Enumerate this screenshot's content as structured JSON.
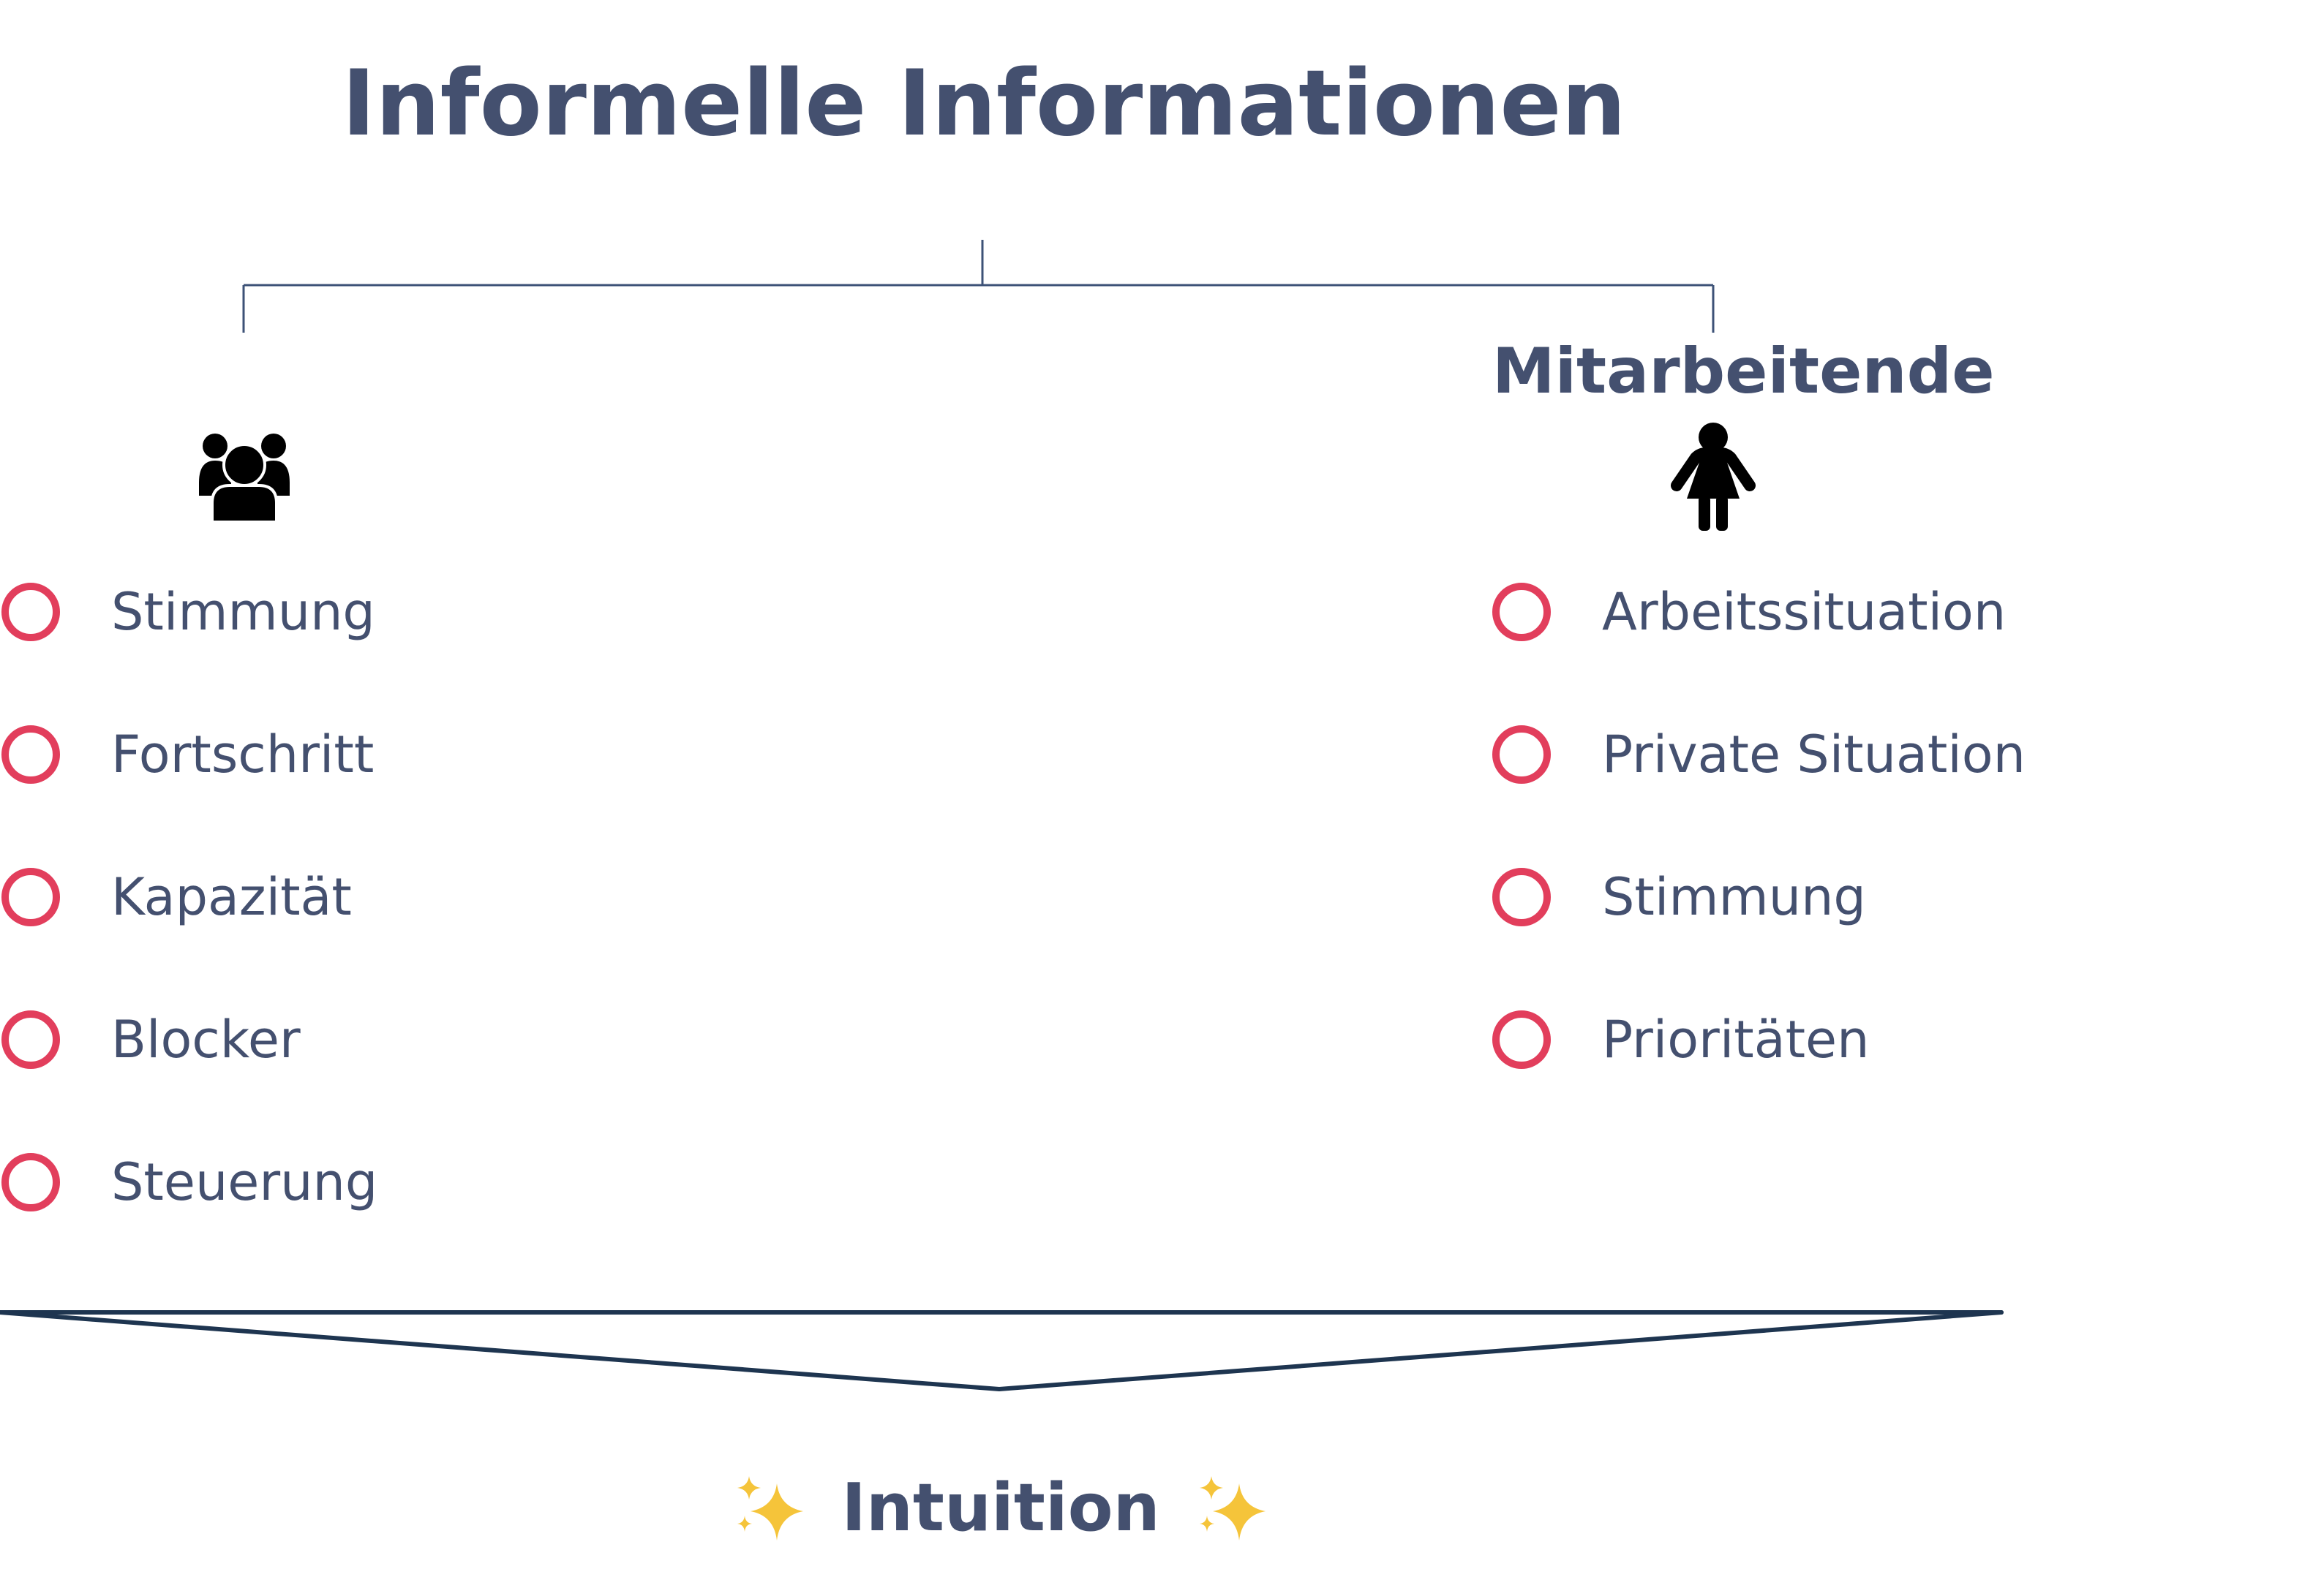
{
  "title": "Informelle Informationen",
  "right_heading": "Mitarbeitende",
  "left_items": [
    "Stimmung",
    "Fortschritt",
    "Kapazität",
    "Blocker",
    "Steuerung"
  ],
  "right_items": [
    "Arbeitssituation",
    "Private Situation",
    "Stimmung",
    "Prioritäten"
  ],
  "result": "Intuition",
  "icons": {
    "left": "group-icon",
    "right": "woman-icon",
    "sparkle": "sparkles-icon"
  },
  "colors": {
    "text": "#44506f",
    "ring": "#e23e5c",
    "tree_line": "#3d5277",
    "funnel_line": "#1e3550",
    "sparkle": "#f5c43a"
  }
}
